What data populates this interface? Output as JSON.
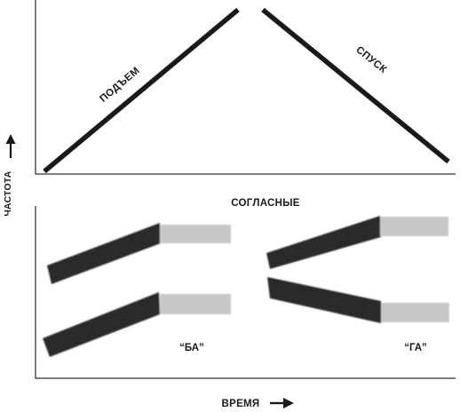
{
  "top_panel": {
    "rise_label": "ПОДЪЕМ",
    "fall_label": "СПУСК"
  },
  "bottom_panel": {
    "title": "СОГЛАСНЫЕ",
    "ba_label": "“БА”",
    "ga_label": "“ГА”"
  },
  "axes": {
    "y_label": "ЧАСТОТА",
    "x_label": "ВРЕМЯ"
  },
  "colors": {
    "formant_transition": "#2b2b2b",
    "steady_state": "#c8c8c8",
    "line": "#1a1a1a"
  }
}
